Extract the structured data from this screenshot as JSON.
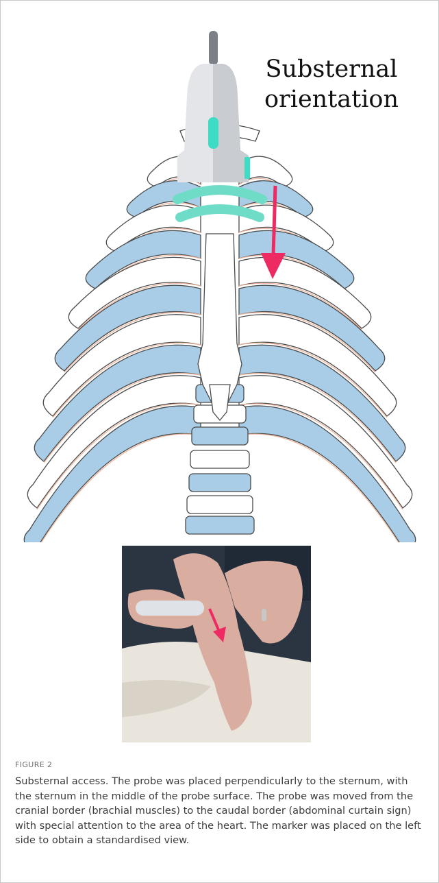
{
  "figure": {
    "overlay_title_line1": "Substernal",
    "overlay_title_line2": "orientation",
    "label": "FIGURE 2",
    "caption": "Substernal access. The probe was placed perpendicularly to the sternum, with the sternum in the middle of the probe surface. The probe was moved from the cranial border (brachial muscles) to the caudal border (abdominal curtain sign) with special attention to the area of the heart. The marker was placed on the left side to obtain a standardised view."
  },
  "colors": {
    "rib_fill": "#a9cde7",
    "rib_outline": "#4a4a4a",
    "rib_edge": "#f0b49a",
    "probe_body": "#e3e5e8",
    "probe_shade": "#c9ccd1",
    "probe_cable": "#7b8087",
    "probe_marker": "#3ddcc5",
    "wave": "#6fdcc8",
    "arrow": "#ee2a62",
    "photo_bg": "#2b3541",
    "skin": "#d9aea0",
    "blanket": "#e9e4dc"
  }
}
